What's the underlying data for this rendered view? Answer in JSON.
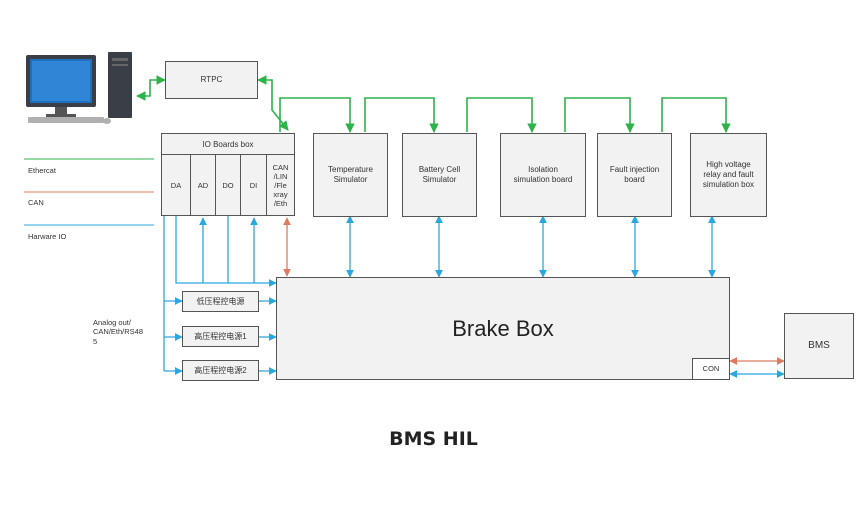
{
  "diagram": {
    "rtpc": "RTPC",
    "io_boards_box": "IO Boards box",
    "io_channels": [
      "DA",
      "AD",
      "DO",
      "DI",
      "CAN\n/LIN\n/Fle\nxray\n/Eth"
    ],
    "simulators": [
      "Temperature\nSimulator",
      "Battery  Cell\nSimulator",
      "Isolation\nsimulation board",
      "Fault injection\nboard",
      "High voltage\nrelay and fault\nsimulation box"
    ],
    "power_supplies": [
      "低压程控电源",
      "高压程控电源1",
      "高压程控电源2"
    ],
    "brake_box": "Brake Box",
    "con": "CON",
    "bms": "BMS",
    "analog_note": "Analog out/\nCAN/Eth/RS48\n5",
    "legend": [
      {
        "label": "Ethercat",
        "color": "#2db34a"
      },
      {
        "label": "CAN",
        "color": "#e07a5f"
      },
      {
        "label": "Harware IO",
        "color": "#29a8e0"
      }
    ],
    "caption": "BMS HIL"
  },
  "colors": {
    "ethercat": "#2db34a",
    "can": "#e07a5f",
    "io": "#29a8e0",
    "box_fill": "#f2f2f2",
    "box_border": "#555555"
  }
}
